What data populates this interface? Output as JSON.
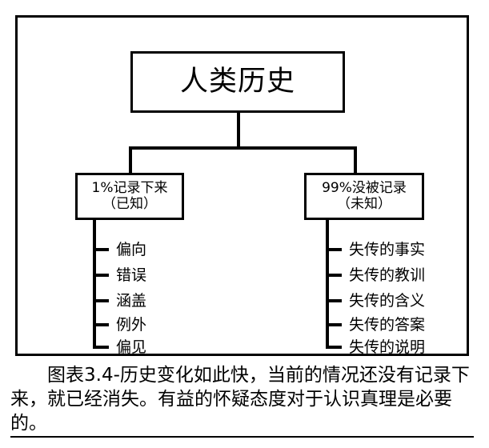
{
  "diagram": {
    "root": {
      "label": "人类历史"
    },
    "children": [
      {
        "line1": "1%记录下来",
        "line2": "（已知）",
        "items": [
          "偏向",
          "错误",
          "涵盖",
          "例外",
          "偏见"
        ]
      },
      {
        "line1": "99%没被记录",
        "line2": "（未知）",
        "items": [
          "失传的事实",
          "失传的教训",
          "失传的含义",
          "失传的答案",
          "失传的说明"
        ]
      }
    ]
  },
  "caption": {
    "text": "图表3.4-历史变化如此快，当前的情况还没有记录下来，就已经消失。有益的怀疑态度对于认识真理是必要的。"
  },
  "colors": {
    "ink": "#000000",
    "paper": "#ffffff"
  }
}
